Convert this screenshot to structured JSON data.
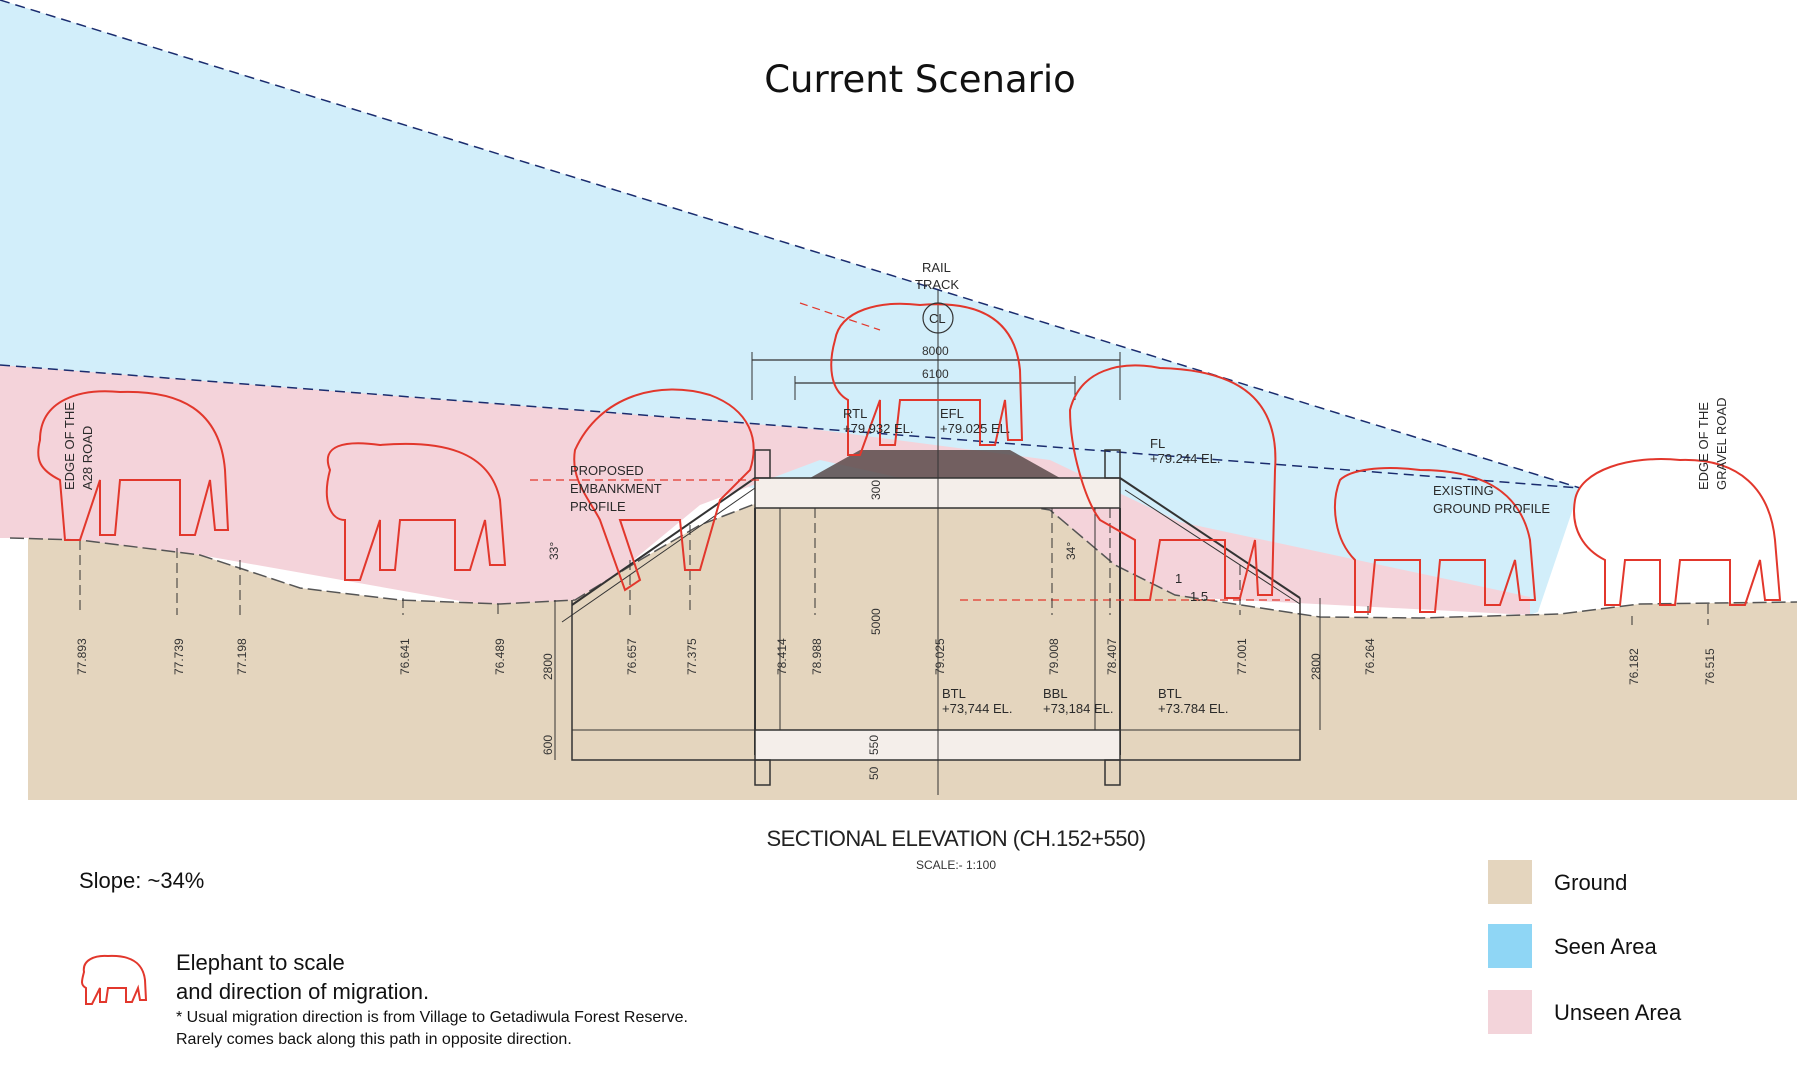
{
  "title": "Current Scenario",
  "section_title": "SECTIONAL ELEVATION (CH.152+550)",
  "section_scale": "SCALE:- 1:100",
  "slope_text": "Slope: ~34%",
  "elephant_note": {
    "line1": "Elephant to scale",
    "line2": "and direction of migration.",
    "footnote1": "*  Usual migration direction is from Village to Getadiwula Forest Reserve.",
    "footnote2": "Rarely comes back along this path in opposite direction."
  },
  "legend": [
    {
      "label": "Ground",
      "color": "#e4d5be"
    },
    {
      "label": "Seen Area",
      "color": "#8fd6f5"
    },
    {
      "label": "Unseen Area",
      "color": "#f3d4da"
    }
  ],
  "colors": {
    "ground": "#e4d5be",
    "seen": "#d2eefa",
    "unseen": "#f4d3da",
    "elephant": "#e2372c",
    "line": "#333333"
  },
  "drawing": {
    "left_road": [
      "EDGE OF THE",
      "A28 ROAD"
    ],
    "right_road": [
      "EDGE OF THE",
      "GRAVEL ROAD"
    ],
    "rail_track": [
      "RAIL",
      "TRACK"
    ],
    "centerline": "CL",
    "dim_8000": "8000",
    "dim_6100": "6100",
    "rtl": [
      "RTL",
      "+79,932 EL."
    ],
    "efl": [
      "EFL",
      "+79.025 EL."
    ],
    "fl": [
      "FL",
      "+79.244 EL."
    ],
    "proposed": [
      "PROPOSED",
      "EMBANKMENT",
      "PROFILE"
    ],
    "existing": [
      "EXISTING",
      "GROUND PROFILE"
    ],
    "btl_left": [
      "BTL",
      "+73,744 EL."
    ],
    "bbl": [
      "BBL",
      "+73,184 EL."
    ],
    "btl_right": [
      "BTL",
      "+73.784 EL."
    ],
    "angle_left": "33°",
    "angle_right": "34°",
    "slope_1": "1",
    "slope_15": "1.5",
    "dim_5000": "5000",
    "dim_2800": "2800",
    "dim_600": "600",
    "dim_50": "50",
    "dim_550": "550",
    "dim_300": "300",
    "levels": [
      "77.893",
      "77.739",
      "77.198",
      "76.641",
      "76.489",
      "76.657",
      "77.375",
      "78.414",
      "78.988",
      "79.025",
      "79.008",
      "78.407",
      "77.001",
      "76.264",
      "76.182",
      "76.515"
    ]
  }
}
